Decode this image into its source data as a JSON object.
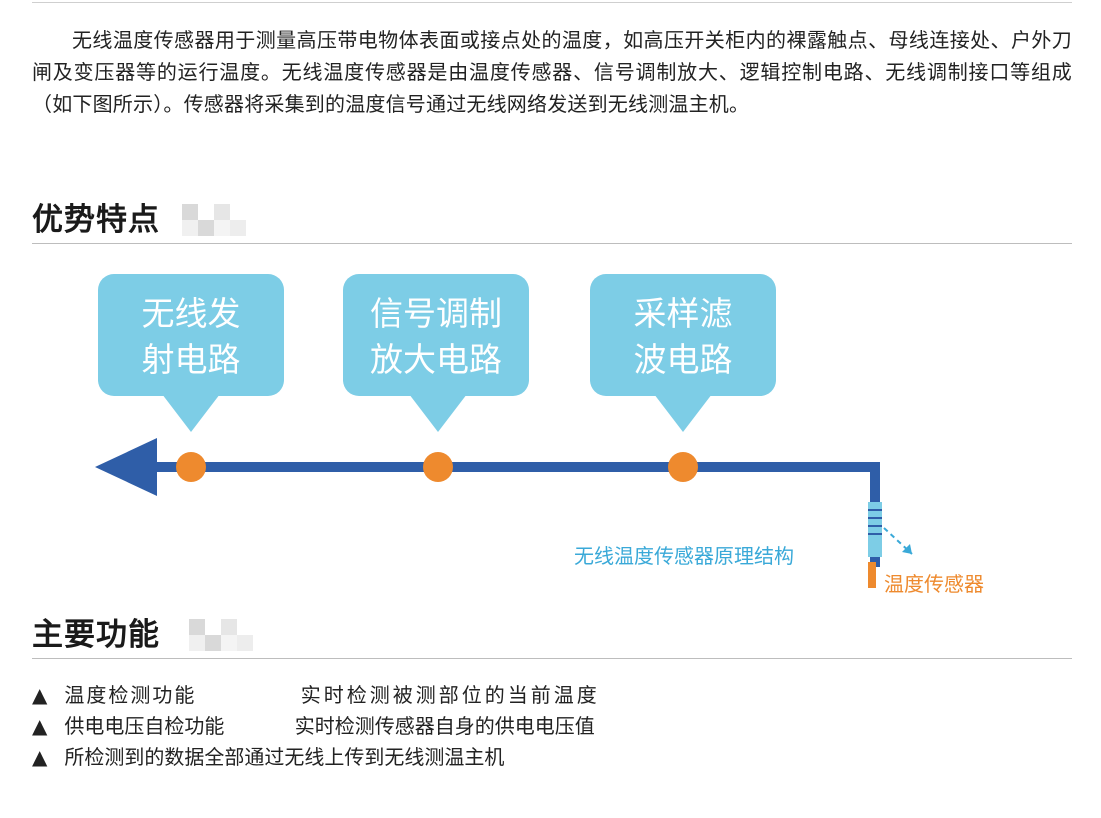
{
  "intro": "无线温度传感器用于测量高压带电物体表面或接点处的温度，如高压开关柜内的裸露触点、母线连接处、户外刀闸及变压器等的运行温度。无线温度传感器是由温度传感器、信号调制放大、逻辑控制电路、无线调制接口等组成（如下图所示）。传感器将采集到的温度信号通过无线网络发送到无线测温主机。",
  "section1": {
    "title": "优势特点"
  },
  "section2": {
    "title": "主要功能"
  },
  "diagram": {
    "bubbles": [
      {
        "line1": "无线发",
        "line2": "射电路"
      },
      {
        "line1": "信号调制",
        "line2": "放大电路"
      },
      {
        "line1": "采样滤",
        "line2": "波电路"
      }
    ],
    "caption": "无线温度传感器原理结构",
    "sensor_label": "温度传感器",
    "colors": {
      "bubble": "#7dcde6",
      "line": "#2f5ea8",
      "node": "#ee8a2e",
      "caption": "#3aa9d8"
    }
  },
  "features": [
    {
      "bullet": "▲",
      "name": "温度检测功能",
      "desc": "实时检测被测部位的当前温度"
    },
    {
      "bullet": "▲",
      "name": "供电电压自检功能",
      "desc": "实时检测传感器自身的供电电压值"
    },
    {
      "bullet": "▲",
      "name": "所检测到的数据全部通过无线上传到无线测温主机",
      "desc": ""
    }
  ]
}
